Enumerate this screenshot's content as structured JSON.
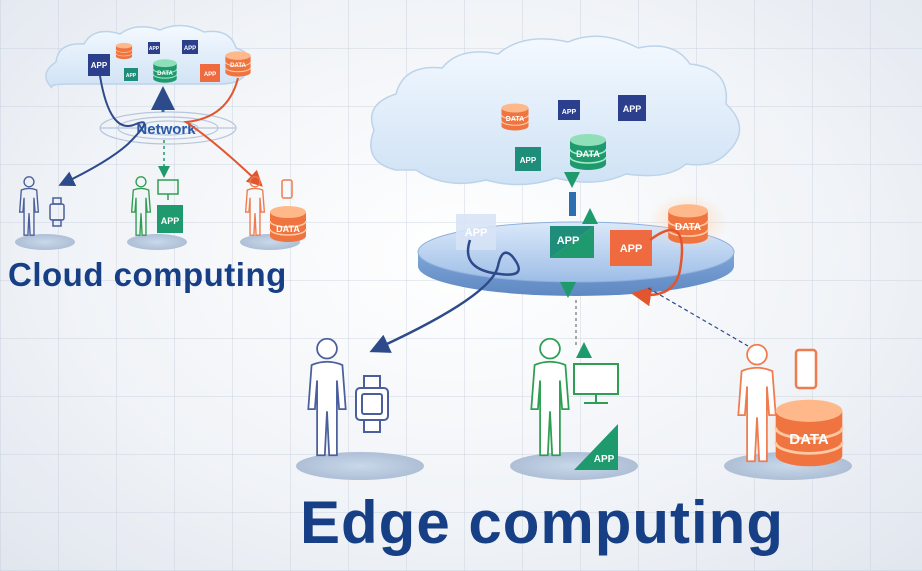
{
  "titles": {
    "cloud_computing": "Cloud computing",
    "edge_computing": "Edge computing"
  },
  "labels": {
    "network": "Network",
    "app": "APP",
    "data": "DATA"
  },
  "colors": {
    "cloud_fill": "#e4f0fb",
    "cloud_stroke": "#b9d2ea",
    "title_blue": "#173f86",
    "app_navy": "#2c3f8c",
    "app_teal": "#1e8d7a",
    "app_orange": "#ef6a3e",
    "data_orange": "#f0894e",
    "data_green": "#1e9a6e",
    "person_navy": "#4a5f9c",
    "person_green": "#2f9e52",
    "person_orange": "#ef7b4e",
    "disk_blue": "#a9c6ec"
  },
  "icons": [
    "cloud-icon",
    "app-icon",
    "data-cylinder-icon",
    "person-icon",
    "smartwatch-icon",
    "monitor-icon",
    "smartphone-icon",
    "network-globe-icon",
    "edge-server-disk-icon"
  ]
}
